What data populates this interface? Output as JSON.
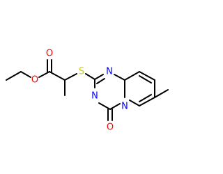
{
  "structure": {
    "atoms": [
      {
        "id": "O_ester_ring",
        "label": "O",
        "color": "#ff0000"
      },
      {
        "id": "O_ester_carbonyl",
        "label": "O",
        "color": "#ff0000"
      },
      {
        "id": "S_thioether",
        "label": "S",
        "color": "#cccc00"
      },
      {
        "id": "N_ring_top",
        "label": "N",
        "color": "#0000ff"
      },
      {
        "id": "N_ring_left",
        "label": "N",
        "color": "#0000ff"
      },
      {
        "id": "N_ring_bridge",
        "label": "N",
        "color": "#0000ff"
      },
      {
        "id": "O_ring_carbonyl",
        "label": "O",
        "color": "#ff0000"
      }
    ]
  }
}
